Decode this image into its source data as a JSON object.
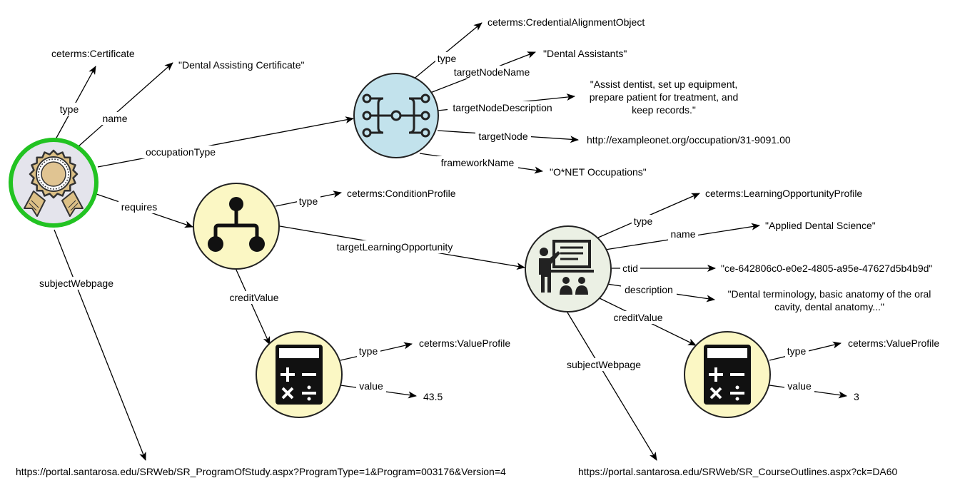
{
  "colors": {
    "certificate_ring": "#22c322",
    "certificate_fill": "#e4e4ec",
    "framework_fill": "#c2e2ec",
    "condition_fill": "#fbf7c4",
    "learning_fill": "#ebf0e4",
    "value_fill": "#fbf7c4",
    "medal_gold": "#dcc086"
  },
  "nodes": {
    "certificate": {
      "icon": "certificate-medal-icon"
    },
    "alignment": {
      "icon": "framework-tree-icon"
    },
    "condition": {
      "icon": "hierarchy-icon"
    },
    "value1": {
      "icon": "calculator-icon"
    },
    "learning": {
      "icon": "teacher-presentation-icon"
    },
    "value2": {
      "icon": "calculator-icon"
    }
  },
  "labels": {
    "cert_type": "ceterms:Certificate",
    "cert_name": "\"Dental Assisting Certificate\"",
    "cert_url": "https://portal.santarosa.edu/SRWeb/SR_ProgramOfStudy.aspx?ProgramType=1&Program=003176&Version=4",
    "cao_type": "ceterms:CredentialAlignmentObject",
    "cao_name": "\"Dental Assistants\"",
    "cao_desc": [
      "\"Assist dentist, set up equipment,",
      "prepare patient for treatment, and",
      "keep records.\""
    ],
    "cao_node": "http://exampleonet.org/occupation/31-9091.00",
    "cao_framework": "\"O*NET Occupations\"",
    "cond_type": "ceterms:ConditionProfile",
    "val1_type": "ceterms:ValueProfile",
    "val1_value": "43.5",
    "lo_type": "ceterms:LearningOpportunityProfile",
    "lo_name": "\"Applied Dental Science\"",
    "lo_ctid": "\"ce-642806c0-e0e2-4805-a95e-47627d5b4b9d\"",
    "lo_desc": [
      "\"Dental terminology, basic anatomy of the oral",
      "cavity, dental anatomy...\""
    ],
    "lo_url": "https://portal.santarosa.edu/SRWeb/SR_CourseOutlines.aspx?ck=DA60",
    "val2_type": "ceterms:ValueProfile",
    "val2_value": "3"
  },
  "edges": {
    "type": "type",
    "name": "name",
    "occupationType": "occupationType",
    "requires": "requires",
    "subjectWebpage": "subjectWebpage",
    "targetNodeName": "targetNodeName",
    "targetNodeDescription": "targetNodeDescription",
    "targetNode": "targetNode",
    "frameworkName": "frameworkName",
    "targetLearningOpportunity": "targetLearningOpportunity",
    "creditValue": "creditValue",
    "value": "value",
    "ctid": "ctid",
    "description": "description"
  }
}
